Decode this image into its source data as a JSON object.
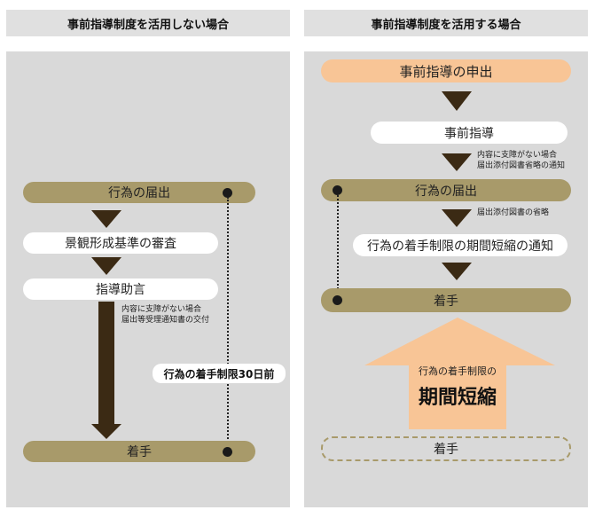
{
  "left": {
    "header": "事前指導制度を活用しない場合",
    "step_notify": "行為の届出",
    "step_review": "景観形成基準の審査",
    "step_advice": "指導助言",
    "note_line1": "内容に支障がない場合",
    "note_line2": "届出等受理通知書の交付",
    "limit_label": "行為の着手制限30日前",
    "step_start": "着手"
  },
  "right": {
    "header": "事前指導制度を活用する場合",
    "step_request": "事前指導の申出",
    "step_guidance": "事前指導",
    "note1_line1": "内容に支障がない場合",
    "note1_line2": "届出添付図書省略の通知",
    "step_notify": "行為の届出",
    "note2": "届出添付図書の省略",
    "step_shorten_notice": "行為の着手制限の期間短縮の通知",
    "step_start": "着手",
    "arrow_line1": "行為の着手制限の",
    "arrow_line2": "期間短縮",
    "step_start_dashed": "着手"
  },
  "colors": {
    "olive": "#a89a6a",
    "peach": "#f8c596",
    "arrow_dark": "#3b2a14",
    "panel": "#d9d9d9"
  }
}
